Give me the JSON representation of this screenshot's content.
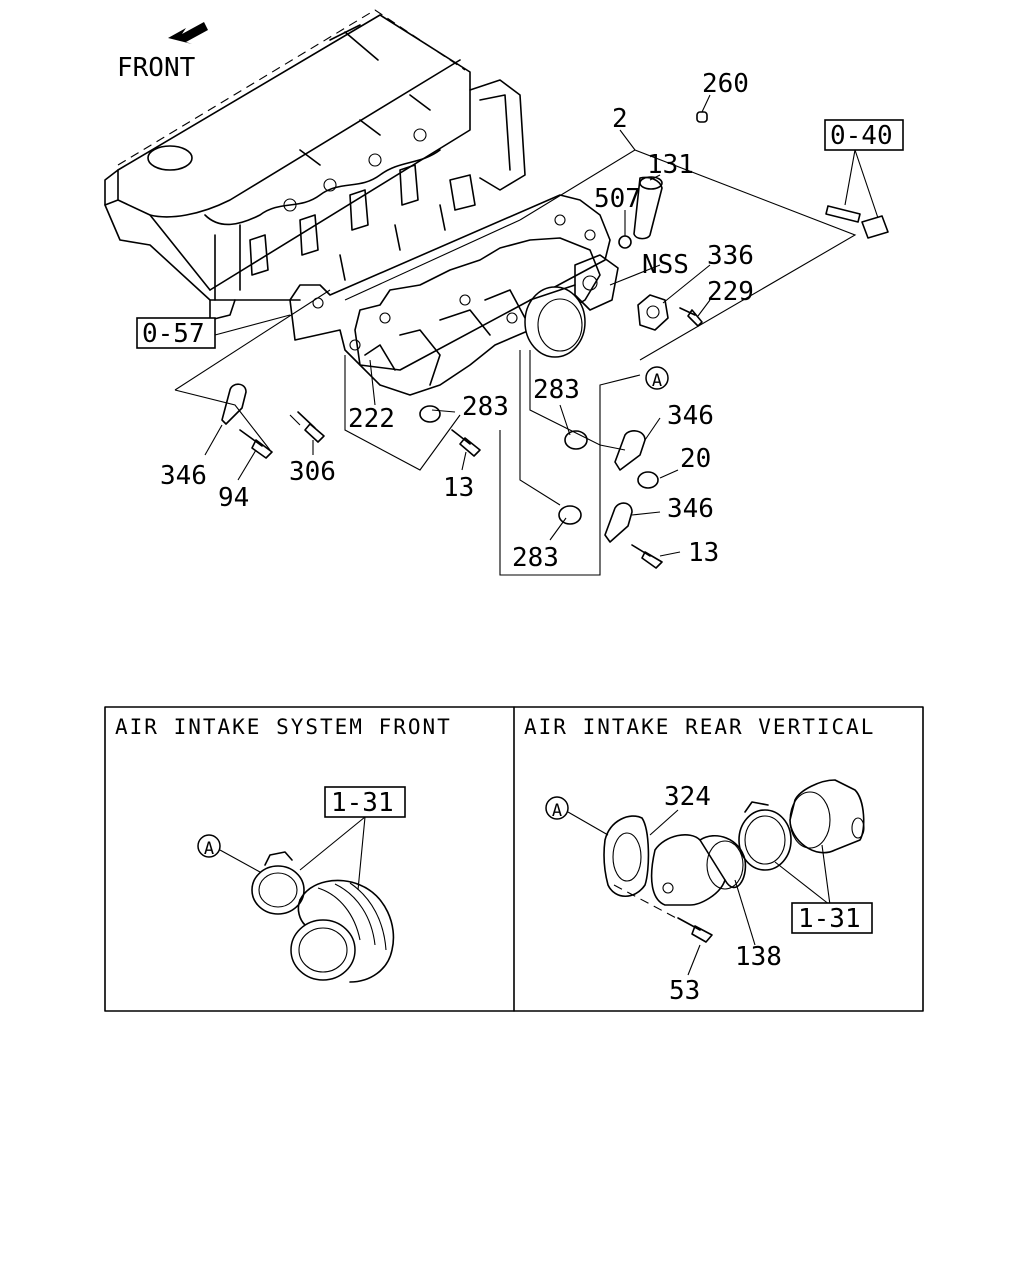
{
  "direction_label": "FRONT",
  "callouts": {
    "c260": "260",
    "c2": "2",
    "c131": "131",
    "c507": "507",
    "c040": "0-40",
    "cNSS": "NSS",
    "c336": "336",
    "c229": "229",
    "c057": "0-57",
    "c283a": "283",
    "c283b": "283",
    "c283c": "283",
    "c222": "222",
    "c346a": "346",
    "c346b": "346",
    "c346c": "346",
    "c20": "20",
    "c94": "94",
    "c306": "306",
    "c13a": "13",
    "c13b": "13",
    "cA_main": "A"
  },
  "panels": {
    "front": {
      "title": "AIR INTAKE SYSTEM FRONT",
      "ref": "1-31",
      "marker": "A"
    },
    "rear": {
      "title": "AIR INTAKE REAR VERTICAL",
      "marker": "A",
      "c324": "324",
      "c138": "138",
      "c53": "53",
      "ref": "1-31"
    }
  }
}
